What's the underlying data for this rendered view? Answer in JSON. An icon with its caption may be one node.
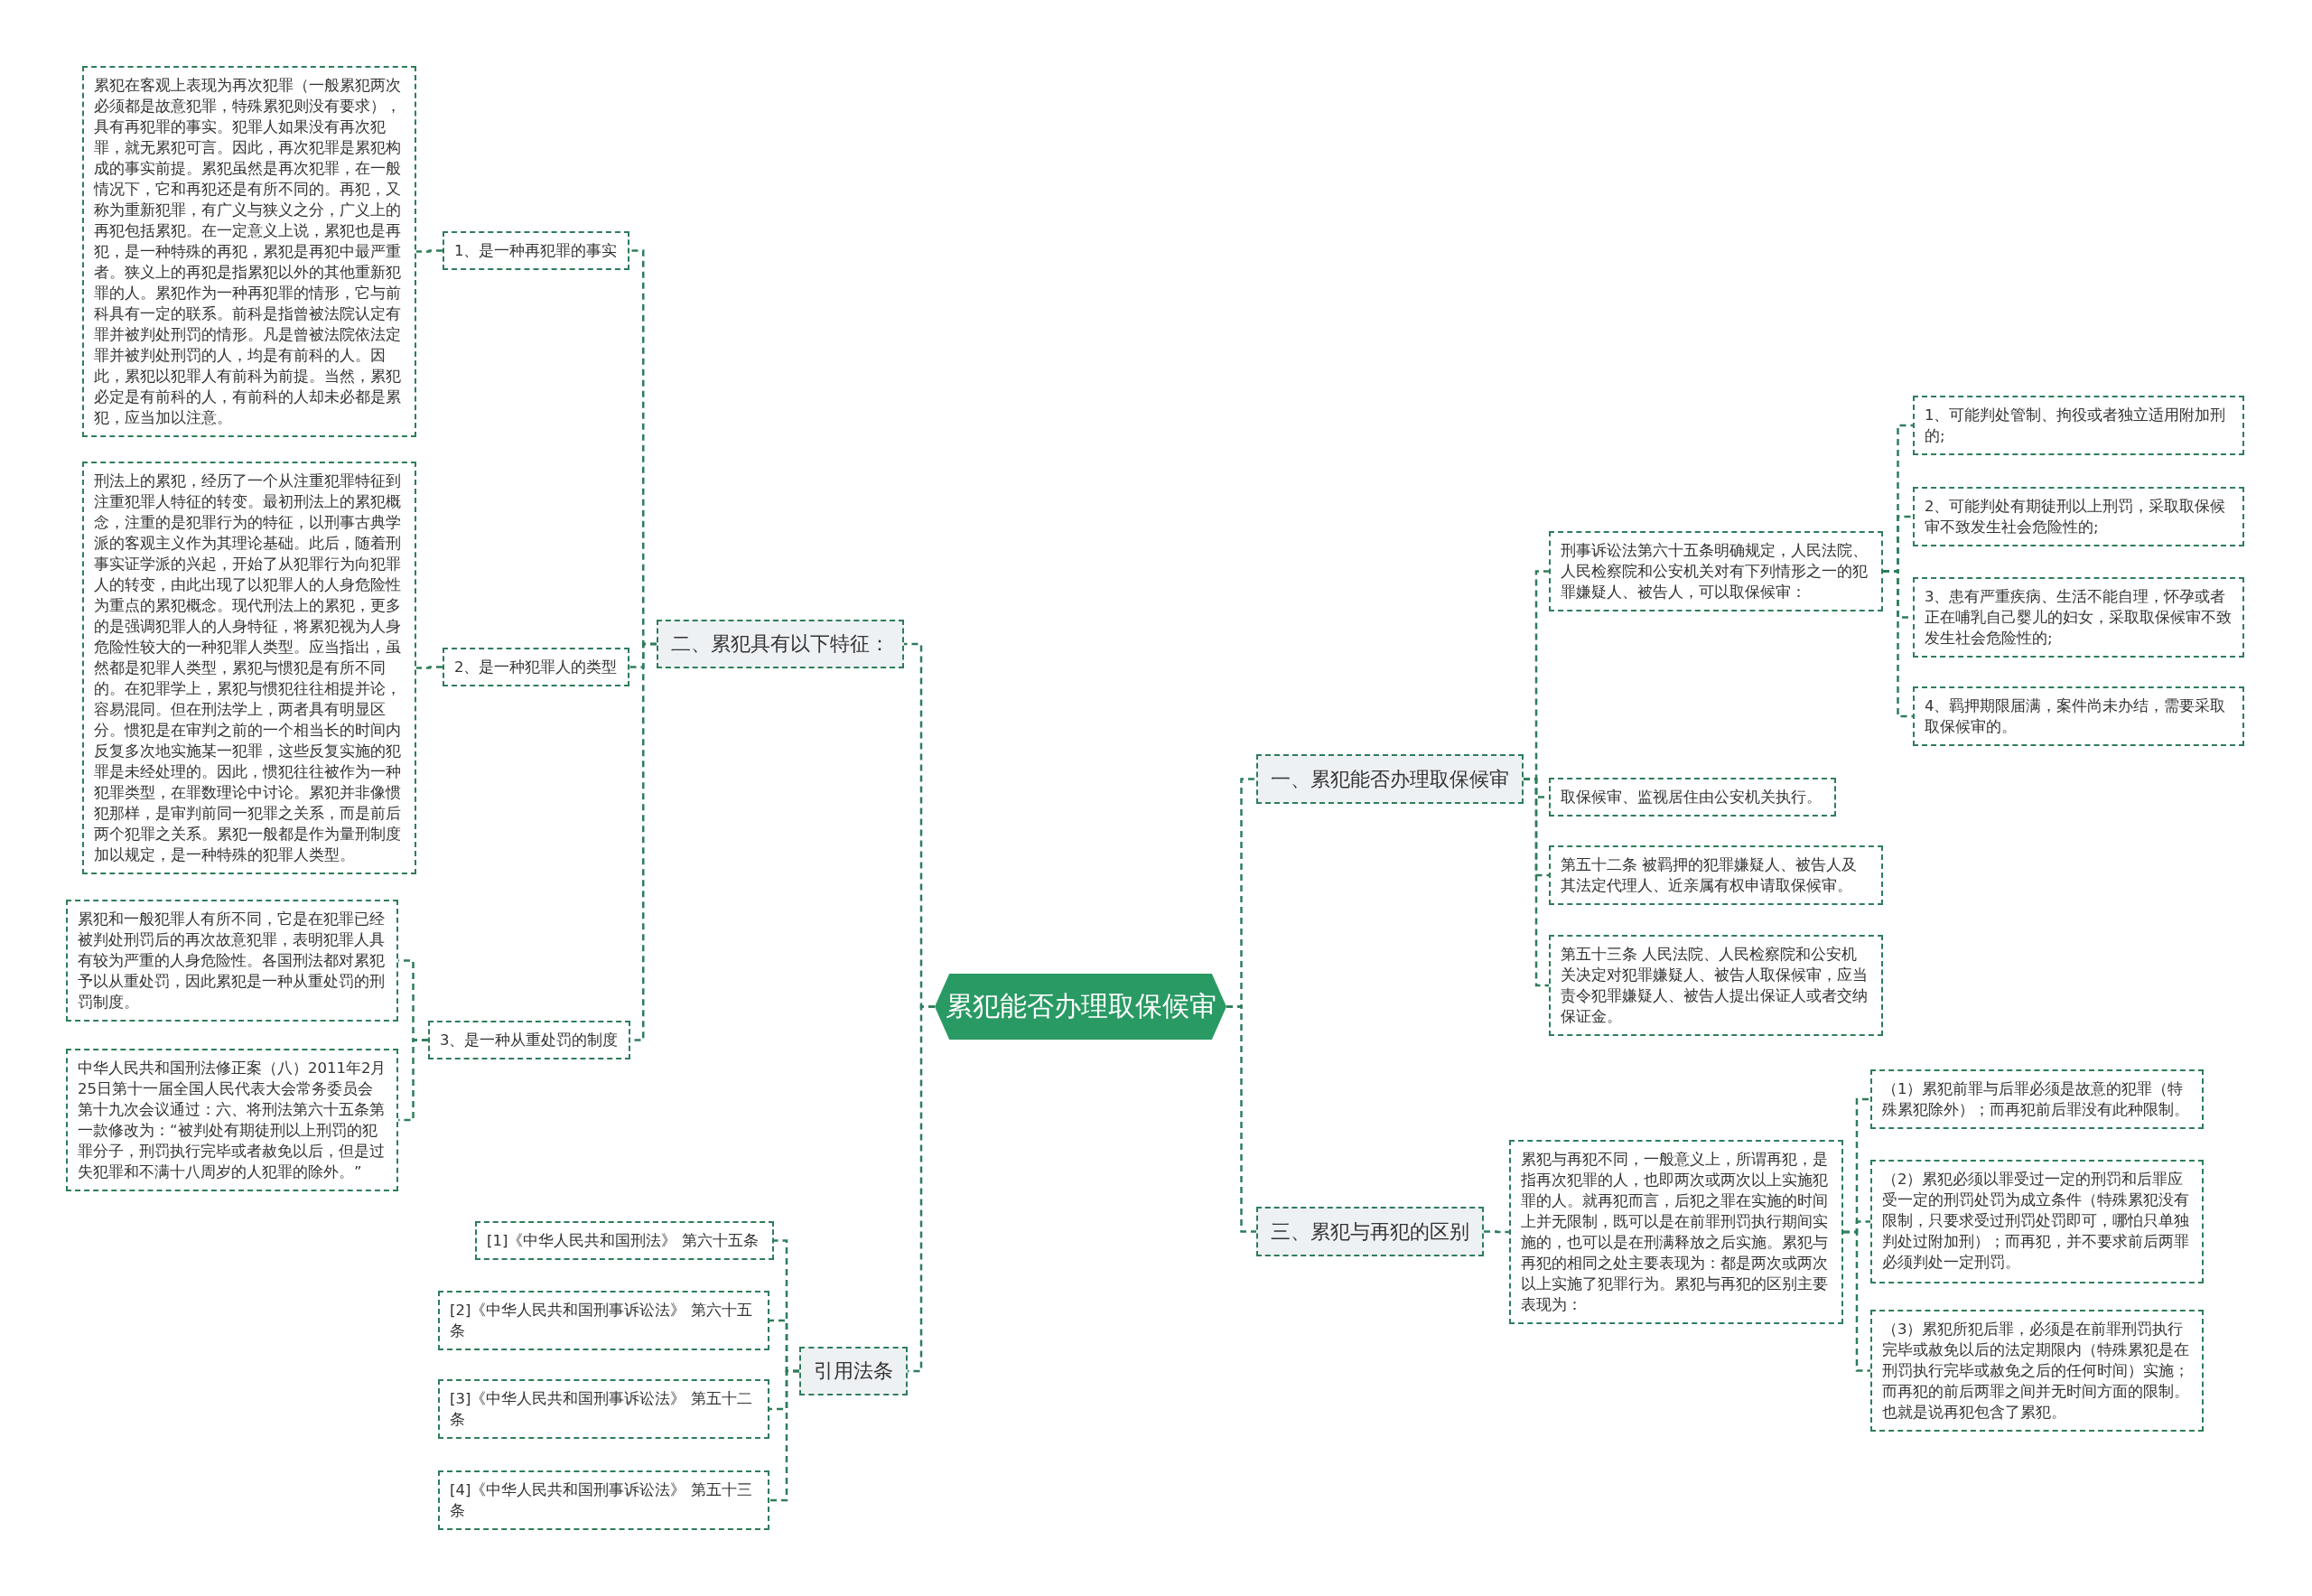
{
  "diagram": {
    "nodes": [
      {
        "text": [
          "累犯能否办理取保候审"
        ]
      },
      {
        "text": [
          "一、累犯能否办理取保候审"
        ]
      },
      {
        "text": [
          "刑事诉讼法第六十五条明确规定，人民法院、人民检察院和公安机关对有下列情形之一的犯罪嫌疑人、被告人，可以取保候审："
        ]
      },
      {
        "text": [
          "1、可能判处管制、拘役或者独立适用附加刑的;"
        ]
      },
      {
        "text": [
          "2、可能判处有期徒刑以上刑罚，采取取保候审不致发生社会危险性的;"
        ]
      },
      {
        "text": [
          "3、患有严重疾病、生活不能自理，怀孕或者正在哺乳自己婴儿的妇女，采取取保候审不致发生社会危险性的;"
        ]
      },
      {
        "text": [
          "4、羁押期限届满，案件尚未办结，需要采取取保候审的。"
        ]
      },
      {
        "text": [
          "取保候审、监视居住由公安机关执行。"
        ]
      },
      {
        "text": [
          "第五十二条 被羁押的犯罪嫌疑人、被告人及其法定代理人、近亲属有权申请取保候审。"
        ]
      },
      {
        "text": [
          "第五十三条 人民法院、人民检察院和公安机关决定对犯罪嫌疑人、被告人取保候审，应当责令犯罪嫌疑人、被告人提出保证人或者交纳保证金。"
        ]
      },
      {
        "text": [
          "三、累犯与再犯的区别"
        ]
      },
      {
        "text": [
          "累犯与再犯不同，一般意义上，所谓再犯，是指再次犯罪的人，也即两次或两次以上实施犯罪的人。就再犯而言，后犯之罪在实施的时间上并无限制，既可以是在前罪刑罚执行期间实施的，也可以是在刑满释放之后实施。累犯与再犯的相同之处主要表现为：都是两次或两次以上实施了犯罪行为。累犯与再犯的区别主要表现为："
        ]
      },
      {
        "text": [
          "（1）累犯前罪与后罪必须是故意的犯罪（特殊累犯除外）；而再犯前后罪没有此种限制。"
        ]
      },
      {
        "text": [
          "（2）累犯必须以罪受过一定的刑罚和后罪应受一定的刑罚处罚为成立条件（特殊累犯没有限制，只要求受过刑罚处罚即可，哪怕只单独判处过附加刑）；而再犯，并不要求前后两罪必须判处一定刑罚。"
        ]
      },
      {
        "text": [
          "（3）累犯所犯后罪，必须是在前罪刑罚执行完毕或赦免以后的法定期限内（特殊累犯是在刑罚执行完毕或赦免之后的任何时间）实施；而再犯的前后两罪之间并无时间方面的限制。也就是说再犯包含了累犯。"
        ]
      },
      {
        "text": [
          "二、累犯具有以下特征："
        ]
      },
      {
        "text": [
          "1、是一种再犯罪的事实"
        ]
      },
      {
        "text": [
          "累犯在客观上表现为再次犯罪（一般累犯两次必须都是故意犯罪，特殊累犯则没有要求），具有再犯罪的事实。犯罪人如果没有再次犯罪，就无累犯可言。因此，再次犯罪是累犯构成的事实前提。累犯虽然是再次犯罪，在一般情况下，它和再犯还是有所不同的。再犯，又称为重新犯罪，有广义与狭义之分，广义上的再犯包括累犯。在一定意义上说，累犯也是再犯，是一种特殊的再犯，累犯是再犯中最严重者。狭义上的再犯是指累犯以外的其他重新犯罪的人。累犯作为一种再犯罪的情形，它与前科具有一定的联系。前科是指曾被法院认定有罪并被判处刑罚的情形。凡是曾被法院依法定罪并被判处刑罚的人，均是有前科的人。因此，累犯以犯罪人有前科为前提。当然，累犯必定是有前科的人，有前科的人却未必都是累犯，应当加以注意。"
        ]
      },
      {
        "text": [
          "2、是一种犯罪人的类型"
        ]
      },
      {
        "text": [
          "刑法上的累犯，经历了一个从注重犯罪特征到注重犯罪人特征的转变。最初刑法上的累犯概念，注重的是犯罪行为的特征，以刑事古典学派的客观主义作为其理论基础。此后，随着刑事实证学派的兴起，开始了从犯罪行为向犯罪人的转变，由此出现了以犯罪人的人身危险性为重点的累犯概念。现代刑法上的累犯，更多的是强调犯罪人的人身特征，将累犯视为人身危险性较大的一种犯罪人类型。应当指出，虽然都是犯罪人类型，累犯与惯犯是有所不同的。在犯罪学上，累犯与惯犯往往相提并论，容易混同。但在刑法学上，两者具有明显区分。惯犯是在审判之前的一个相当长的时间内反复多次地实施某一犯罪，这些反复实施的犯罪是未经处理的。因此，惯犯往往被作为一种犯罪类型，在罪数理论中讨论。累犯并非像惯犯那样，是审判前同一犯罪之关系，而是前后两个犯罪之关系。累犯一般都是作为量刑制度加以规定，是一种特殊的犯罪人类型。"
        ]
      },
      {
        "text": [
          "3、是一种从重处罚的制度"
        ]
      },
      {
        "text": [
          "累犯和一般犯罪人有所不同，它是在犯罪已经被判处刑罚后的再次故意犯罪，表明犯罪人具有较为严重的人身危险性。各国刑法都对累犯予以从重处罚，因此累犯是一种从重处罚的刑罚制度。"
        ]
      },
      {
        "text": [
          "中华人民共和国刑法修正案（八）2011年2月25日第十一届全国人民代表大会常务委员会第十九次会议通过：六、将刑法第六十五条第一款修改为：“被判处有期徒刑以上刑罚的犯罪分子，刑罚执行完毕或者赦免以后，但是过失犯罪和不满十八周岁的人犯罪的除外。”"
        ]
      },
      {
        "text": [
          "引用法条"
        ]
      },
      {
        "text": [
          "[1]《中华人民共和国刑法》 第六十五条"
        ]
      },
      {
        "text": [
          "[2]《中华人民共和国刑事诉讼法》 第六十五条"
        ]
      },
      {
        "text": [
          "[3]《中华人民共和国刑事诉讼法》 第五十二条"
        ]
      },
      {
        "text": [
          "[4]《中华人民共和国刑事诉讼法》 第五十三条"
        ]
      }
    ],
    "edges": [
      {
        "from": 0,
        "to": 1,
        "arrow": "none",
        "style": "dashed"
      },
      {
        "from": 1,
        "to": 2,
        "arrow": "none",
        "style": "dashed"
      },
      {
        "from": 2,
        "to": 3,
        "arrow": "none",
        "style": "dashed"
      },
      {
        "from": 2,
        "to": 4,
        "arrow": "none",
        "style": "dashed"
      },
      {
        "from": 2,
        "to": 5,
        "arrow": "none",
        "style": "dashed"
      },
      {
        "from": 2,
        "to": 6,
        "arrow": "none",
        "style": "dashed"
      },
      {
        "from": 1,
        "to": 7,
        "arrow": "none",
        "style": "dashed"
      },
      {
        "from": 1,
        "to": 8,
        "arrow": "none",
        "style": "dashed"
      },
      {
        "from": 1,
        "to": 9,
        "arrow": "none",
        "style": "dashed"
      },
      {
        "from": 0,
        "to": 10,
        "arrow": "none",
        "style": "dashed"
      },
      {
        "from": 10,
        "to": 11,
        "arrow": "none",
        "style": "dashed"
      },
      {
        "from": 11,
        "to": 12,
        "arrow": "none",
        "style": "dashed"
      },
      {
        "from": 11,
        "to": 13,
        "arrow": "none",
        "style": "dashed"
      },
      {
        "from": 11,
        "to": 14,
        "arrow": "none",
        "style": "dashed"
      },
      {
        "from": 0,
        "to": 15,
        "arrow": "none",
        "style": "dashed"
      },
      {
        "from": 15,
        "to": 16,
        "arrow": "none",
        "style": "dashed"
      },
      {
        "from": 16,
        "to": 17,
        "arrow": "none",
        "style": "dashed"
      },
      {
        "from": 15,
        "to": 18,
        "arrow": "none",
        "style": "dashed"
      },
      {
        "from": 18,
        "to": 19,
        "arrow": "none",
        "style": "dashed"
      },
      {
        "from": 15,
        "to": 20,
        "arrow": "none",
        "style": "dashed"
      },
      {
        "from": 20,
        "to": 21,
        "arrow": "none",
        "style": "dashed"
      },
      {
        "from": 20,
        "to": 22,
        "arrow": "none",
        "style": "dashed"
      },
      {
        "from": 0,
        "to": 23,
        "arrow": "none",
        "style": "dashed"
      },
      {
        "from": 23,
        "to": 24,
        "arrow": "none",
        "style": "dashed"
      },
      {
        "from": 23,
        "to": 25,
        "arrow": "none",
        "style": "dashed"
      },
      {
        "from": 23,
        "to": 26,
        "arrow": "none",
        "style": "dashed"
      },
      {
        "from": 23,
        "to": 27,
        "arrow": "none",
        "style": "dashed"
      }
    ]
  }
}
